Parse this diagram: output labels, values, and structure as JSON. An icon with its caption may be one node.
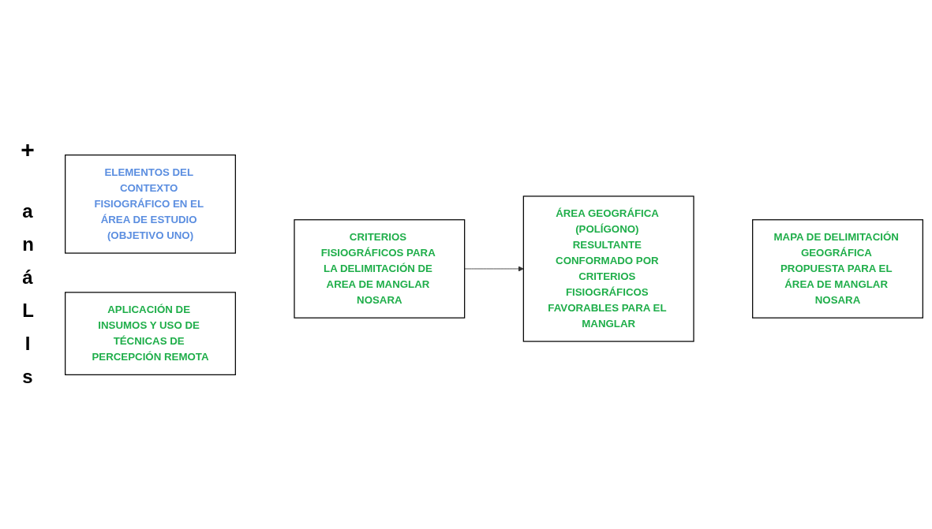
{
  "diagram": {
    "nodes": [
      {
        "text": [
          "ELEMENTOS DEL CONTEXTO FISIOGRÁFICO EN EL ÁREA DE ESTUDIO (OBJETIVO UNO)"
        ]
      },
      {
        "text": [
          "APLICACIÓN DE INSUMOS Y USO DE TÉCNICAS DE PERCEPCIÓN REMOTA"
        ]
      },
      {
        "text": [
          "CRITERIOS FISIOGRÁFICOS PARA LA DELIMITACIÓN DE AREA DE MANGLAR NOSARA"
        ]
      },
      {
        "text": [
          "ÁREA GEOGRÁFICA (POLÍGONO) RESULTANTE CONFORMADO POR CRITERIOS FISIOGRÁFICOS FAVORABLES PARA EL MANGLAR"
        ]
      },
      {
        "text": [
          "MAPA DE DELIMITACIÓN GEOGRÁFICA PROPUESTA PARA EL ÁREA DE MANGLAR NOSARA"
        ]
      }
    ],
    "edges": [
      {
        "from": 2,
        "to": 3,
        "arrow": "to"
      }
    ],
    "labels": [
      "+",
      "anáLIs"
    ]
  }
}
